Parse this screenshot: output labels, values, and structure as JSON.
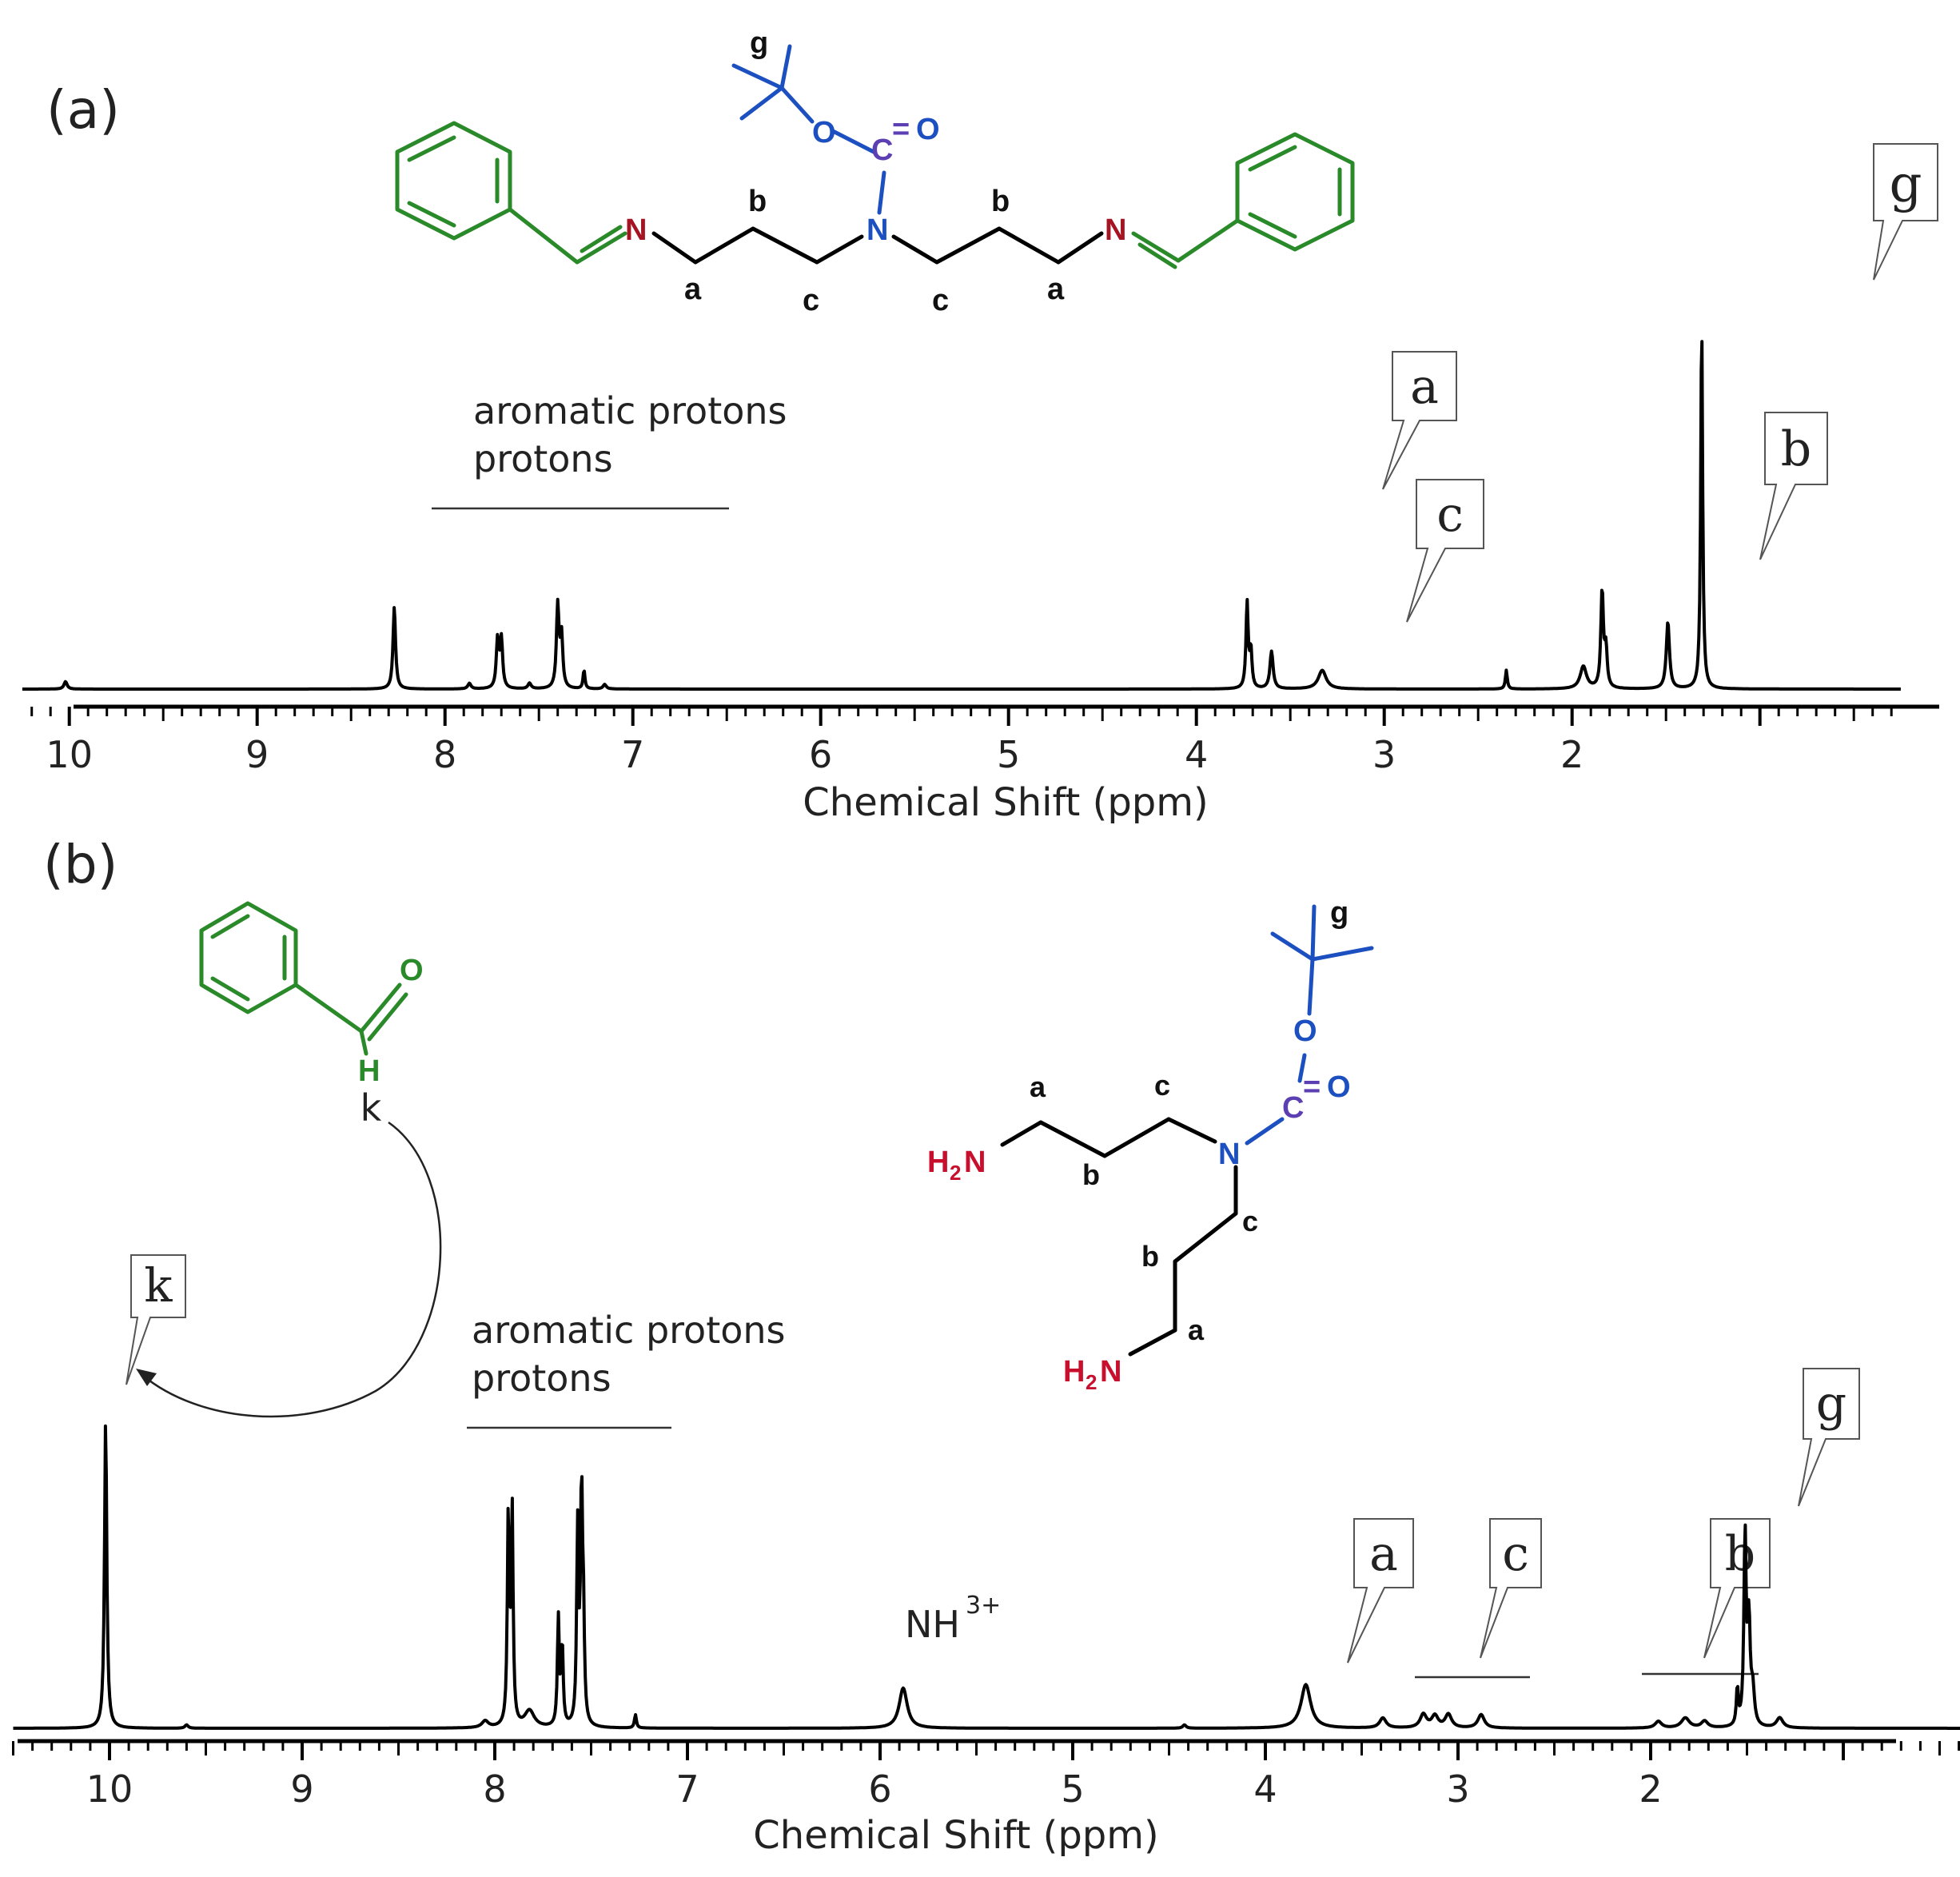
{
  "chart_data": [
    {
      "type": "line",
      "panel_label": "(a)",
      "xlabel": "Chemical Shift (ppm)",
      "xlim": [
        10.25,
        0.25
      ],
      "x_reversed": true,
      "xticks": [
        "10",
        "9",
        "8",
        "7",
        "6",
        "5",
        "4",
        "3",
        "2"
      ],
      "ylabel": "",
      "series": [
        {
          "peaks": [
            {
              "x": 10.02,
              "height": 0.02,
              "width": 0.01
            },
            {
              "x": 8.27,
              "height": 0.22,
              "width": 0.008
            },
            {
              "x": 7.87,
              "height": 0.015,
              "width": 0.01
            },
            {
              "x": 7.72,
              "height": 0.13,
              "width": 0.008
            },
            {
              "x": 7.7,
              "height": 0.13,
              "width": 0.008
            },
            {
              "x": 7.55,
              "height": 0.015,
              "width": 0.01
            },
            {
              "x": 7.4,
              "height": 0.22,
              "width": 0.008
            },
            {
              "x": 7.38,
              "height": 0.14,
              "width": 0.008
            },
            {
              "x": 7.26,
              "height": 0.05,
              "width": 0.006
            },
            {
              "x": 7.15,
              "height": 0.012,
              "width": 0.01
            },
            {
              "x": 3.73,
              "height": 0.23,
              "width": 0.007
            },
            {
              "x": 3.71,
              "height": 0.1,
              "width": 0.007
            },
            {
              "x": 3.6,
              "height": 0.1,
              "width": 0.01
            },
            {
              "x": 3.33,
              "height": 0.05,
              "width": 0.025
            },
            {
              "x": 2.35,
              "height": 0.05,
              "width": 0.006
            },
            {
              "x": 1.94,
              "height": 0.06,
              "width": 0.02
            },
            {
              "x": 1.84,
              "height": 0.26,
              "width": 0.008
            },
            {
              "x": 1.82,
              "height": 0.1,
              "width": 0.008
            },
            {
              "x": 1.49,
              "height": 0.18,
              "width": 0.01
            },
            {
              "x": 1.31,
              "height": 1.0,
              "width": 0.006
            }
          ]
        }
      ],
      "annotations": [
        "aromatic protons",
        "a",
        "c",
        "b",
        "g"
      ]
    },
    {
      "type": "line",
      "panel_label": "(b)",
      "xlabel": "Chemical Shift (ppm)",
      "xlim": [
        10.5,
        0.05
      ],
      "x_reversed": true,
      "xticks": [
        "10",
        "9",
        "8",
        "7",
        "6",
        "5",
        "4",
        "3",
        "2"
      ],
      "ylabel": "",
      "series": [
        {
          "peaks": [
            {
              "x": 10.02,
              "height": 0.92,
              "width": 0.007
            },
            {
              "x": 9.6,
              "height": 0.01,
              "width": 0.01
            },
            {
              "x": 8.05,
              "height": 0.02,
              "width": 0.02
            },
            {
              "x": 7.93,
              "height": 0.62,
              "width": 0.006
            },
            {
              "x": 7.91,
              "height": 0.64,
              "width": 0.006
            },
            {
              "x": 7.82,
              "height": 0.05,
              "width": 0.03
            },
            {
              "x": 7.67,
              "height": 0.32,
              "width": 0.006
            },
            {
              "x": 7.65,
              "height": 0.24,
              "width": 0.006
            },
            {
              "x": 7.57,
              "height": 0.58,
              "width": 0.006
            },
            {
              "x": 7.55,
              "height": 0.68,
              "width": 0.006
            },
            {
              "x": 7.54,
              "height": 0.28,
              "width": 0.006
            },
            {
              "x": 7.27,
              "height": 0.04,
              "width": 0.006
            },
            {
              "x": 5.88,
              "height": 0.12,
              "width": 0.025
            },
            {
              "x": 4.42,
              "height": 0.01,
              "width": 0.01
            },
            {
              "x": 3.79,
              "height": 0.13,
              "width": 0.03
            },
            {
              "x": 3.39,
              "height": 0.03,
              "width": 0.02
            },
            {
              "x": 3.18,
              "height": 0.04,
              "width": 0.02
            },
            {
              "x": 3.12,
              "height": 0.035,
              "width": 0.02
            },
            {
              "x": 3.05,
              "height": 0.04,
              "width": 0.02
            },
            {
              "x": 2.88,
              "height": 0.04,
              "width": 0.02
            },
            {
              "x": 1.96,
              "height": 0.02,
              "width": 0.02
            },
            {
              "x": 1.82,
              "height": 0.03,
              "width": 0.025
            },
            {
              "x": 1.72,
              "height": 0.02,
              "width": 0.02
            },
            {
              "x": 1.55,
              "height": 0.11,
              "width": 0.006
            },
            {
              "x": 1.51,
              "height": 0.57,
              "width": 0.007
            },
            {
              "x": 1.49,
              "height": 0.3,
              "width": 0.008
            },
            {
              "x": 1.47,
              "height": 0.1,
              "width": 0.01
            },
            {
              "x": 1.33,
              "height": 0.03,
              "width": 0.02
            }
          ]
        }
      ],
      "annotations": [
        "k",
        "aromatic protons",
        "NH",
        "3+",
        "a",
        "c",
        "b",
        "g"
      ]
    }
  ],
  "structure_a": {
    "labels": [
      "g",
      "O",
      "C",
      "=",
      "O",
      "N",
      "N",
      "N",
      "a",
      "b",
      "c",
      "c",
      "b",
      "a"
    ]
  },
  "structure_b": {
    "aldehyde_O": "O",
    "aldehyde_H": "H",
    "amine_top_H": "H",
    "amine_top_2": "2",
    "amine_top_N": "N",
    "amine_bot_H": "H",
    "amine_bot_2": "2",
    "amine_bot_N": "N",
    "N": "N",
    "O1": "O",
    "C": "C",
    "eq": "=",
    "O2": "O",
    "labels": [
      "g",
      "a",
      "c",
      "b",
      "c",
      "b",
      "a"
    ]
  },
  "colors": {
    "green": "#2a8a2a",
    "blue": "#1c4fbf",
    "red": "#c8102e",
    "purple": "#5b3fb3",
    "dark_red": "#a51422"
  }
}
